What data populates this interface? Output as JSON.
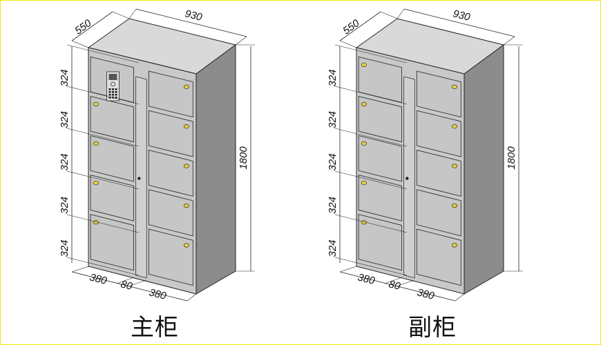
{
  "main_cabinet": {
    "title": "主柜",
    "dims": {
      "depth": "550",
      "width": "930",
      "height": "1800",
      "row_heights": [
        "324",
        "324",
        "324",
        "324",
        "324"
      ],
      "left_width": "380",
      "gap": "80",
      "right_width": "380"
    },
    "has_keypad": true
  },
  "sub_cabinet": {
    "title": "副柜",
    "dims": {
      "depth": "550",
      "width": "930",
      "height": "1800",
      "row_heights": [
        "324",
        "324",
        "324",
        "324",
        "324"
      ],
      "left_width": "380",
      "gap": "80",
      "right_width": "380"
    },
    "has_keypad": false
  },
  "colors": {
    "front": "#c9c9c9",
    "top": "#d9d9d9",
    "side": "#8c8c8c",
    "door": "#c6c6c6",
    "lock": "#e6cf3a",
    "border": "#f2e600"
  }
}
